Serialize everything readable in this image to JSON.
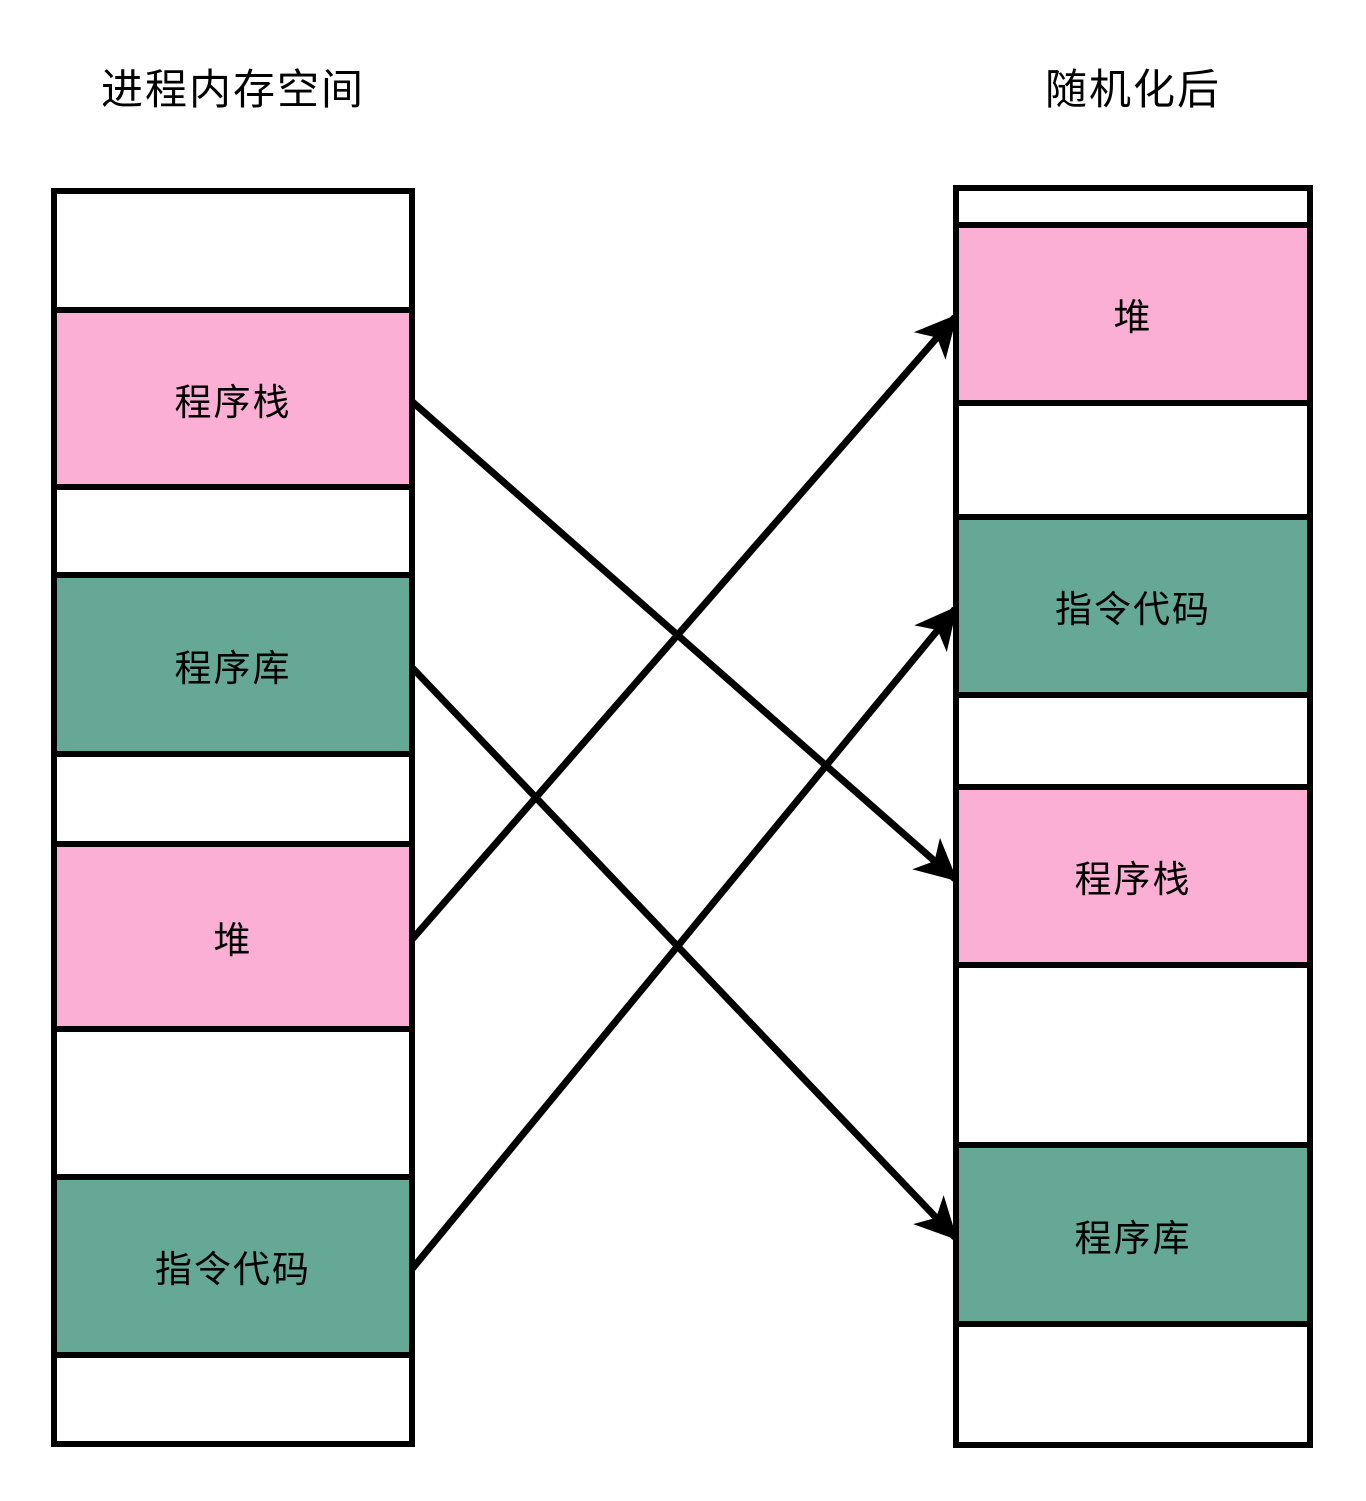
{
  "titles": {
    "left": "进程内存空间",
    "right": "随机化后"
  },
  "colors": {
    "pink": "#FCAFD5",
    "teal": "#64A895",
    "empty": "#FFFFFF",
    "line": "#000000",
    "background": "#FFFFFF"
  },
  "columns": {
    "left": {
      "segments": [
        {
          "id": "left-top-empty",
          "kind": "empty",
          "label": ""
        },
        {
          "id": "left-stack",
          "kind": "pink",
          "label": "程序栈"
        },
        {
          "id": "left-gap-1",
          "kind": "empty",
          "label": ""
        },
        {
          "id": "left-lib",
          "kind": "teal",
          "label": "程序库"
        },
        {
          "id": "left-gap-2",
          "kind": "empty",
          "label": ""
        },
        {
          "id": "left-heap",
          "kind": "pink",
          "label": "堆"
        },
        {
          "id": "left-gap-3",
          "kind": "empty",
          "label": ""
        },
        {
          "id": "left-code",
          "kind": "teal",
          "label": "指令代码"
        },
        {
          "id": "left-bottom-empty",
          "kind": "empty",
          "label": ""
        }
      ]
    },
    "right": {
      "segments": [
        {
          "id": "right-top-empty",
          "kind": "empty",
          "label": ""
        },
        {
          "id": "right-heap",
          "kind": "pink",
          "label": "堆"
        },
        {
          "id": "right-gap-1",
          "kind": "empty",
          "label": ""
        },
        {
          "id": "right-code",
          "kind": "teal",
          "label": "指令代码"
        },
        {
          "id": "right-gap-2",
          "kind": "empty",
          "label": ""
        },
        {
          "id": "right-stack",
          "kind": "pink",
          "label": "程序栈"
        },
        {
          "id": "right-gap-3",
          "kind": "empty",
          "label": ""
        },
        {
          "id": "right-lib",
          "kind": "teal",
          "label": "程序库"
        },
        {
          "id": "right-bottom-empty",
          "kind": "empty",
          "label": ""
        }
      ]
    }
  },
  "connections": [
    {
      "from": "left-stack",
      "to": "right-stack"
    },
    {
      "from": "left-lib",
      "to": "right-lib"
    },
    {
      "from": "left-heap",
      "to": "right-heap"
    },
    {
      "from": "left-code",
      "to": "right-code"
    }
  ]
}
